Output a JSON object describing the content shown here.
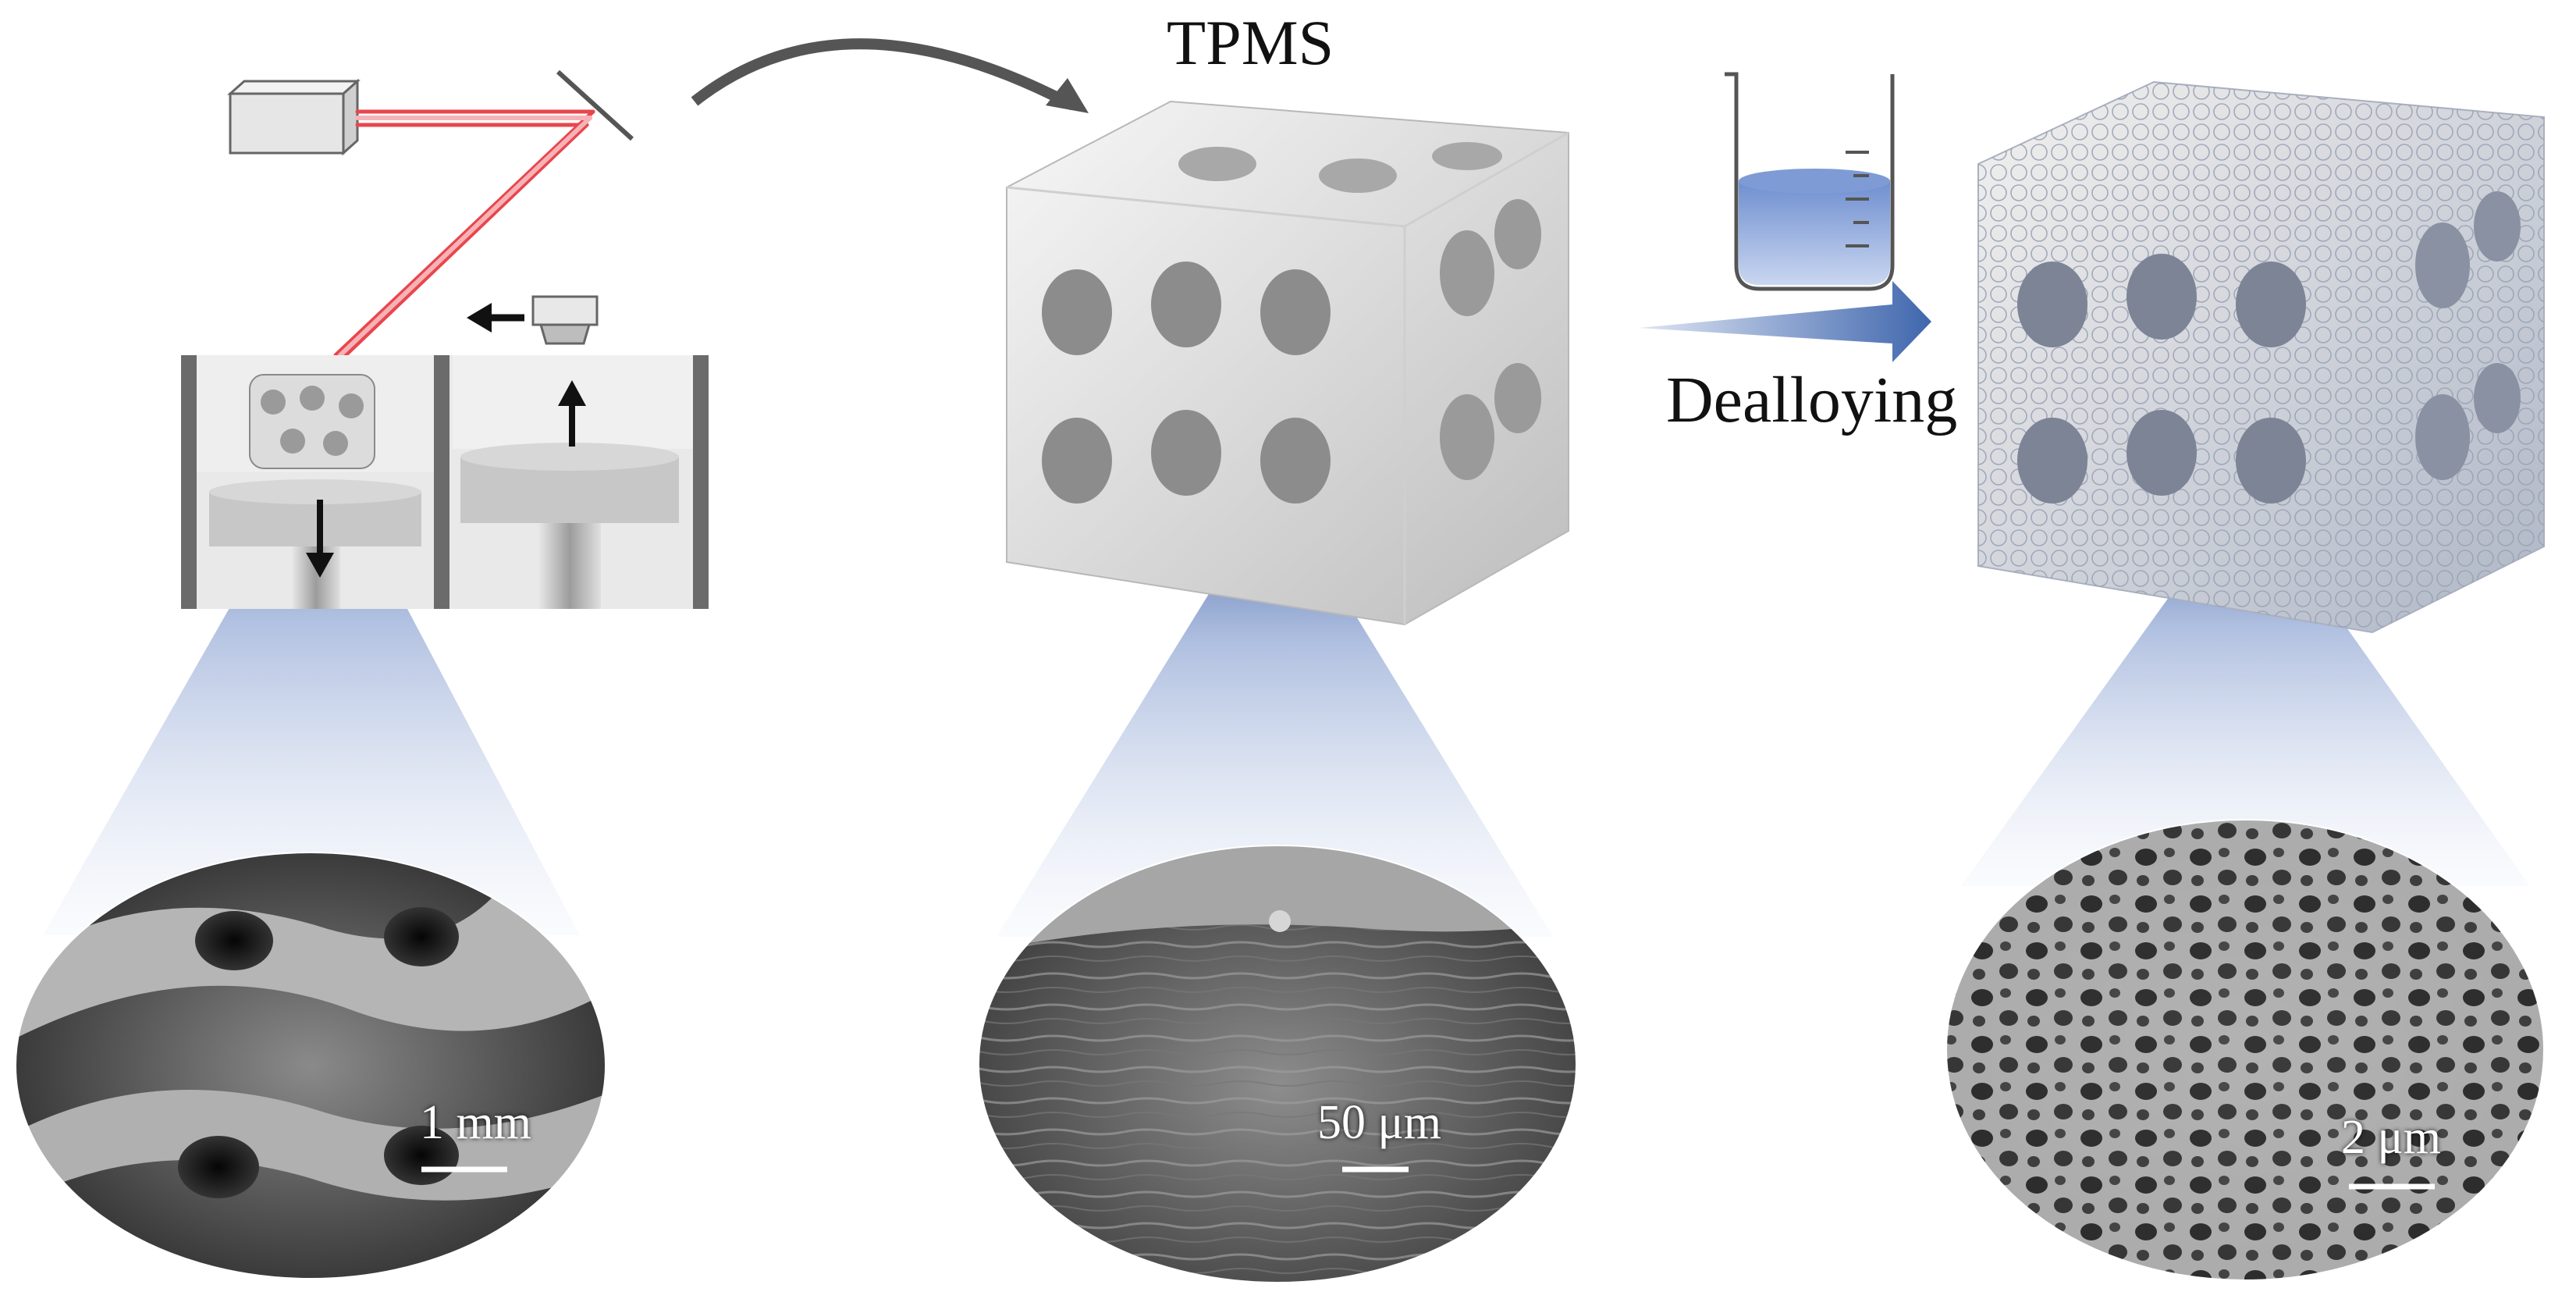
{
  "labels": {
    "tpms": "TPMS",
    "dealloying": "Dealloying"
  },
  "scale_bars": {
    "left": "1 mm",
    "middle": "50 μm",
    "right": "2 μm"
  },
  "colors": {
    "laser": "#e8464e",
    "arrow_blue": "#4a6fae",
    "beaker_liquid": "#7f9bd6",
    "cone_top": "#2c4e94",
    "scaffold_light": "#efefef",
    "scaffold_shadow": "#9a9a9a",
    "sem_dark": "#1e1e1e",
    "sem_mid": "#6d6d6d",
    "sem_light": "#c9c9c9"
  },
  "icons": {
    "laser_source": "laser-source-icon",
    "mirror": "mirror-icon",
    "beaker": "beaker-icon",
    "recoater": "recoater-icon"
  }
}
